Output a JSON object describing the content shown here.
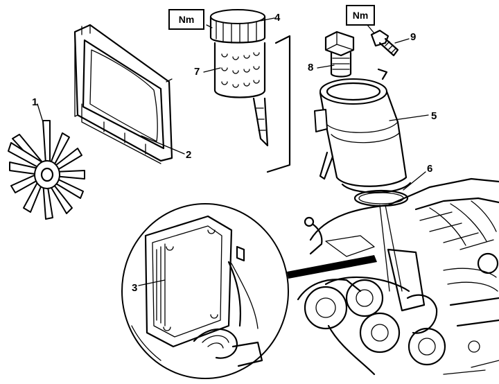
{
  "torque_labels": [
    "Nm",
    "Nm"
  ],
  "callouts": [
    "1",
    "2",
    "3",
    "4",
    "5",
    "6",
    "7",
    "8",
    "9"
  ]
}
